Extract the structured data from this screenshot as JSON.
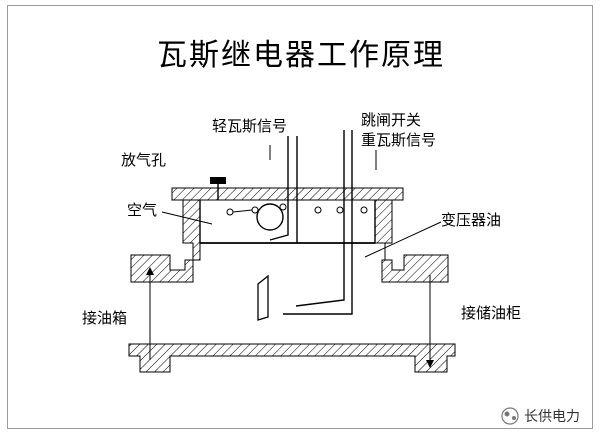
{
  "title": "瓦斯继电器工作原理",
  "labels": {
    "light_gas_signal": "轻瓦斯信号",
    "trip_switch": "跳闸开关",
    "heavy_gas_signal": "重瓦斯信号",
    "vent_hole": "放气孔",
    "air": "空气",
    "transformer_oil": "变压器油",
    "oil_tank": "接油箱",
    "conservator": "接储油柜"
  },
  "watermark": {
    "text": "长供电力"
  }
}
